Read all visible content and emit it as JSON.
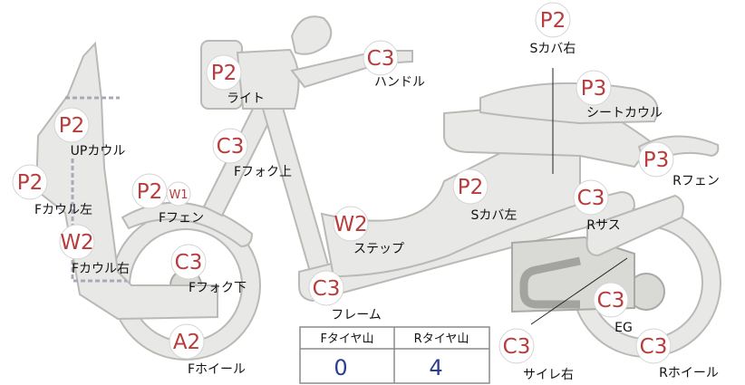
{
  "parts": [
    {
      "id": "s-cover-right",
      "grade": "P2",
      "label": "Sカバ右"
    },
    {
      "id": "handle",
      "grade": "C3",
      "label": "ハンドル"
    },
    {
      "id": "light",
      "grade": "P2",
      "label": "ライト"
    },
    {
      "id": "seat-cowl",
      "grade": "P3",
      "label": "シートカウル"
    },
    {
      "id": "up-cowl",
      "grade": "P2",
      "label": "UPカウル"
    },
    {
      "id": "f-fork-upper",
      "grade": "C3",
      "label": "Fフォク上"
    },
    {
      "id": "r-fender",
      "grade": "P3",
      "label": "Rフェン"
    },
    {
      "id": "f-cowl-left",
      "grade": "P2",
      "label": "Fカウル左"
    },
    {
      "id": "f-fender",
      "grade": "P2",
      "extra_grade": "W1",
      "label": "Fフェン"
    },
    {
      "id": "s-cover-left",
      "grade": "P2",
      "label": "Sカバ左"
    },
    {
      "id": "r-suspension",
      "grade": "C3",
      "label": "Rサス"
    },
    {
      "id": "step",
      "grade": "W2",
      "label": "ステップ"
    },
    {
      "id": "f-cowl-right",
      "grade": "W2",
      "label": "Fカウル右"
    },
    {
      "id": "f-fork-lower",
      "grade": "C3",
      "label": "Fフォク下"
    },
    {
      "id": "frame",
      "grade": "C3",
      "label": "フレーム"
    },
    {
      "id": "engine",
      "grade": "C3",
      "label": "EG"
    },
    {
      "id": "f-wheel",
      "grade": "A2",
      "label": "Fホイール"
    },
    {
      "id": "muffler-right",
      "grade": "C3",
      "label": "サイレ右"
    },
    {
      "id": "r-wheel",
      "grade": "C3",
      "label": "Rホイール"
    }
  ],
  "tire_table": {
    "headers": [
      "Fタイヤ山",
      "Rタイヤ山"
    ],
    "values": [
      "0",
      "4"
    ]
  }
}
